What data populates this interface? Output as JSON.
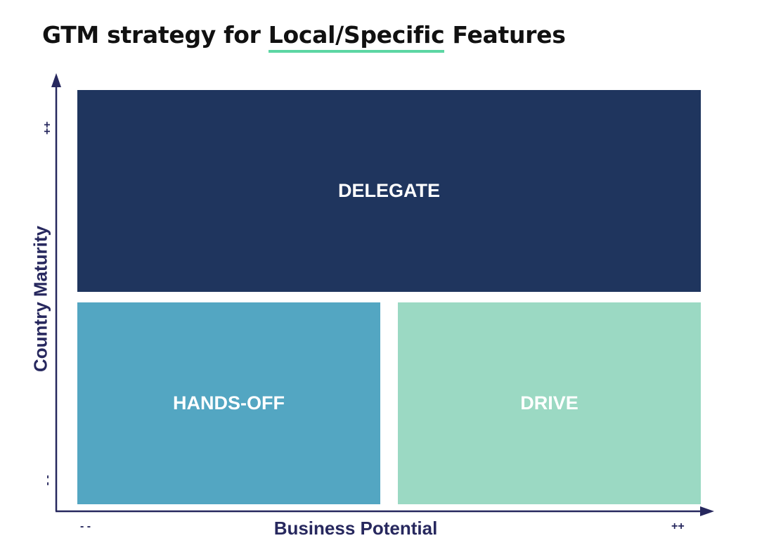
{
  "title": {
    "prefix": "GTM strategy for ",
    "highlight": "Local/Specific",
    "suffix": " Features"
  },
  "quadrants": {
    "top": {
      "label": "DELEGATE",
      "color": "#1f355e"
    },
    "bottom_left": {
      "label": "HANDS-OFF",
      "color": "#53a6c2"
    },
    "bottom_right": {
      "label": "DRIVE",
      "color": "#9bd9c3"
    }
  },
  "axes": {
    "x": {
      "label": "Business Potential",
      "low": "- -",
      "high": "++"
    },
    "y": {
      "label": "Country Maturity",
      "low": "- -",
      "high": "++"
    },
    "color": "#27285e"
  },
  "accent_color": "#5cd6a3"
}
